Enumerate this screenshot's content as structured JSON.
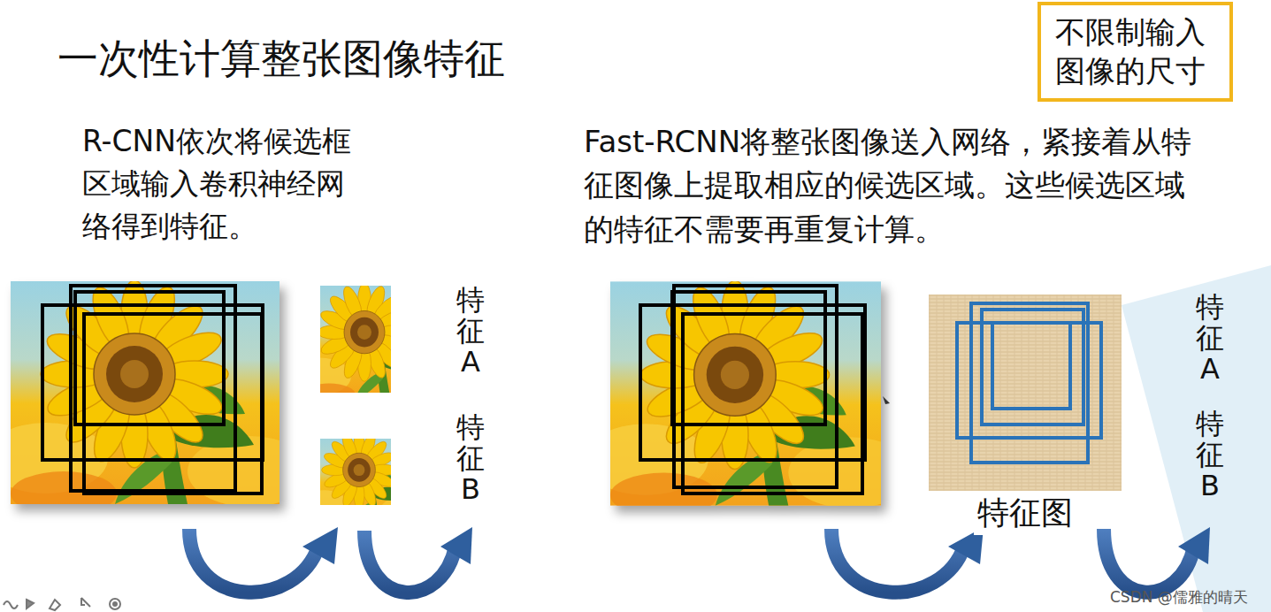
{
  "diagram": {
    "title": "一次性计算整张图像特征",
    "nodes": [
      {
        "text": [
          "不限制输入 图像的尺寸"
        ]
      },
      {
        "text": [
          "特征图"
        ]
      }
    ],
    "labels": [
      "R-CNN依次将候选框区域输入卷积神经网络得到特征。",
      "Fast-RCNN将整张图像送入网络，紧接着从特征图像上提取相应的候选区域。这些候选区域的特征不需要再重复计算。",
      "特征A",
      "特征B",
      "特征A",
      "特征B",
      "CSDN @儒雅的晴天"
    ]
  }
}
